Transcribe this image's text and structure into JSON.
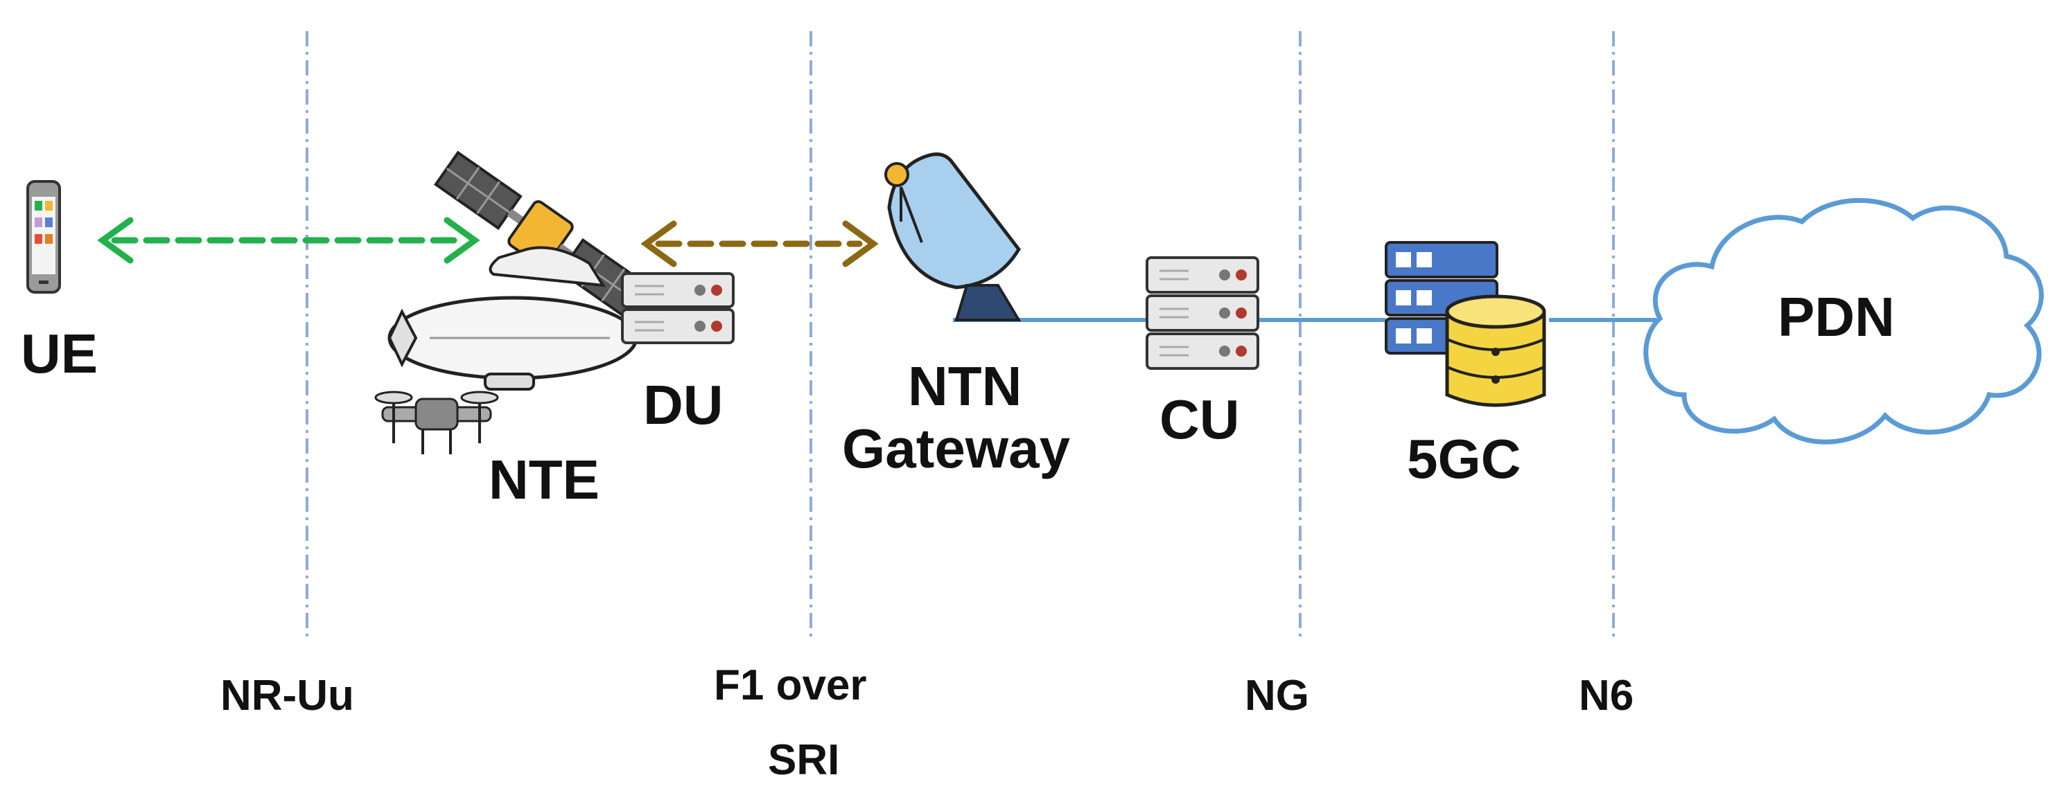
{
  "nodes": {
    "ue": "UE",
    "nte": "NTE",
    "du": "DU",
    "ntn_gateway_line1": "NTN",
    "ntn_gateway_line2": "Gateway",
    "cu": "CU",
    "core": "5GC",
    "pdn": "PDN"
  },
  "interfaces": {
    "nr_uu": "NR-Uu",
    "f1_line1": "F1 over",
    "f1_line2": "SRI",
    "ng": "NG",
    "n6": "N6"
  },
  "colors": {
    "ue_link": "#22b14c",
    "f1_link": "#8b6914",
    "backhaul_line": "#5b9bd5",
    "boundary_line": "#8faadc",
    "cloud_stroke": "#5b9bd5",
    "database_fill": "#f5d442",
    "server_fill": "#e8e8e8",
    "core_server_fill": "#4a78c8"
  },
  "icons": {
    "ue": "smartphone-icon",
    "satellite": "satellite-icon",
    "airship": "airship-icon",
    "drone": "drone-icon",
    "du": "server-stack-icon",
    "gateway": "satellite-dish-icon",
    "cu": "server-stack-icon",
    "core": "server-database-icon",
    "pdn": "cloud-icon"
  }
}
